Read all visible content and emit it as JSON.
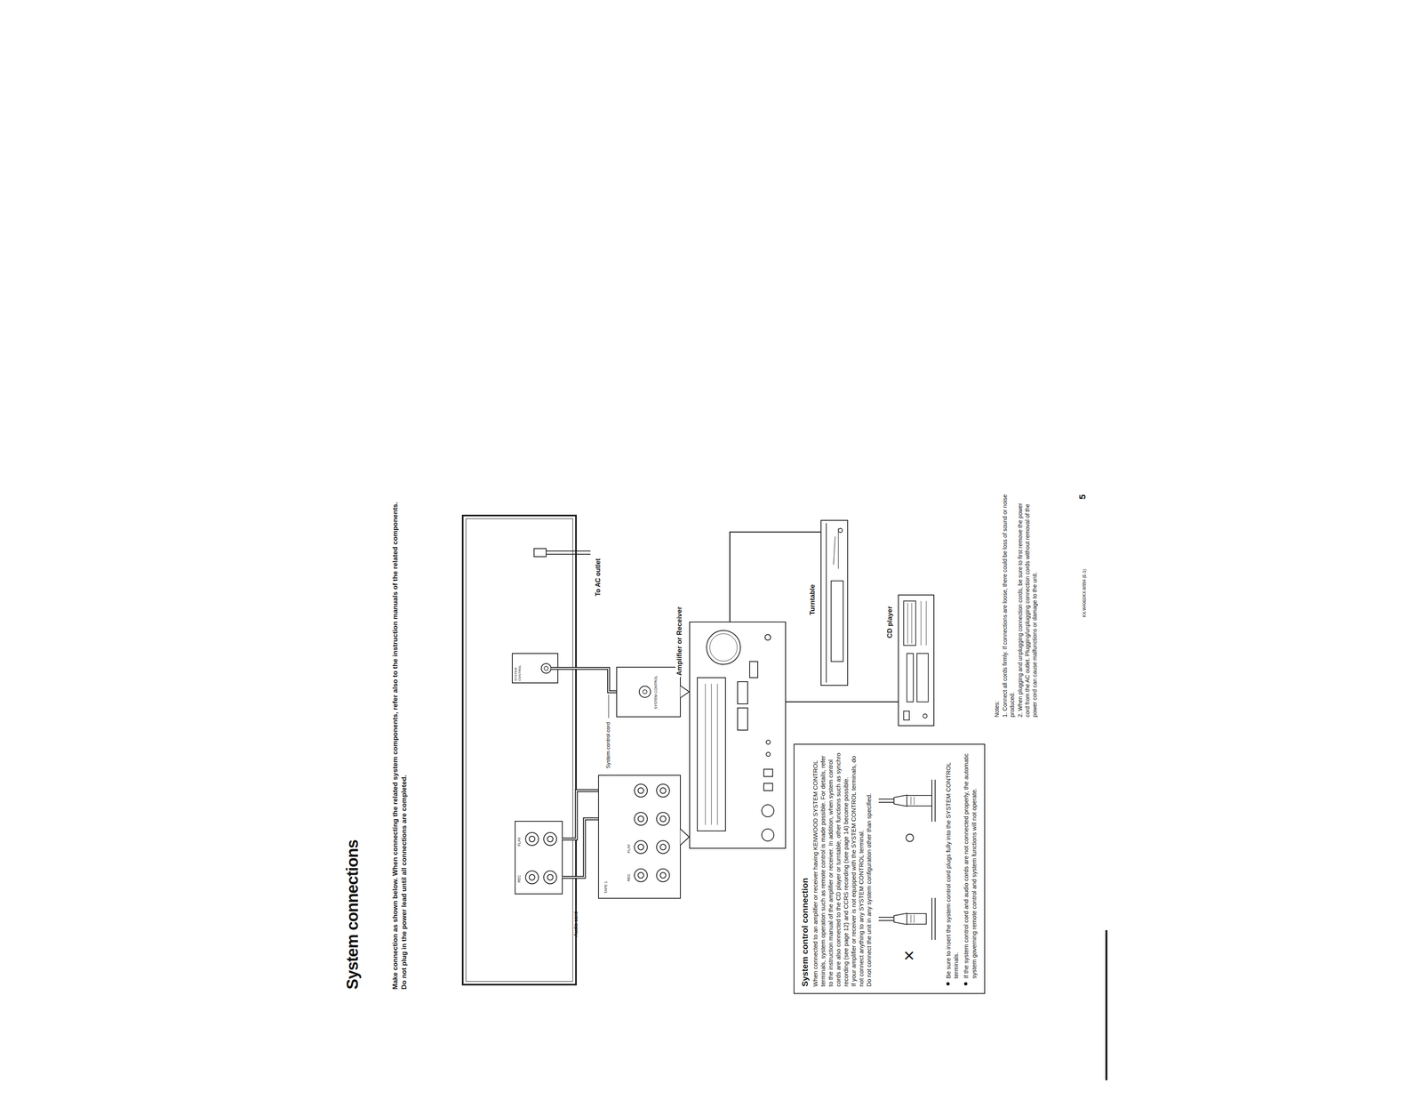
{
  "diagram": {
    "title": "System connections",
    "nodes": [
      {
        "text": [
          "Amplifier or Receiver"
        ]
      },
      {
        "text": [
          "Turntable"
        ]
      },
      {
        "text": [
          "CD player"
        ]
      },
      {
        "text": [
          "System control connection",
          "When connected to an amplifier or receiver having KENWOOD SYSTEM CONTROL terminals, system operation such as remote control is made possible. For details, refer to the instruction manual of the amplifier or receiver. In addition, when system control cords are also connected to the CD player or turntable, other functions such as synchro recording (see page 12) and CCRS recording (see page 14) become possible.",
          "If your amplifier or receiver is not equipped with the SYSTEM CONTROL terminals, do not connect anything to any SYSTEM CONTROL terminal.",
          "Do not connect the unit in any system configuration other than specified.",
          "×",
          "○",
          "Be sure to insert the system control cord plugs fully into the SYSTEM CONTROL terminals.",
          "If the system control cord and audio cords are not connected properly, the automatic system governing remote control and system functions will not operate."
        ]
      }
    ],
    "edges": [
      {
        "from": 0,
        "to": 1,
        "arrow": "none"
      },
      {
        "from": 0,
        "to": 2,
        "arrow": "none"
      }
    ],
    "labels": [
      "Make connection as shown below. When connecting the related system components, refer also to the instruction manuals of the related components.",
      "Do not plug in the power lead until all connections are completed.",
      "Audio cord",
      "System control cord",
      "To AC outlet",
      "REC",
      "PLAY",
      "SYSTEM CONTROL",
      "TAPE 1",
      "REC",
      "PLAY",
      "SYSTEM CONTROL",
      "Notes:",
      "1. Connect all cords firmly. If connections are loose, there could be loss of sound or noise produced.",
      "2. When plugging and unplugging connection cords, be sure to first remove the power cord from the AC outlet. Plugging/unplugging connection cords without removal of the power cord can cause malfunctions or damage to the unit.",
      "KX-W4060/KX-W994 (E-1)",
      "5"
    ]
  }
}
